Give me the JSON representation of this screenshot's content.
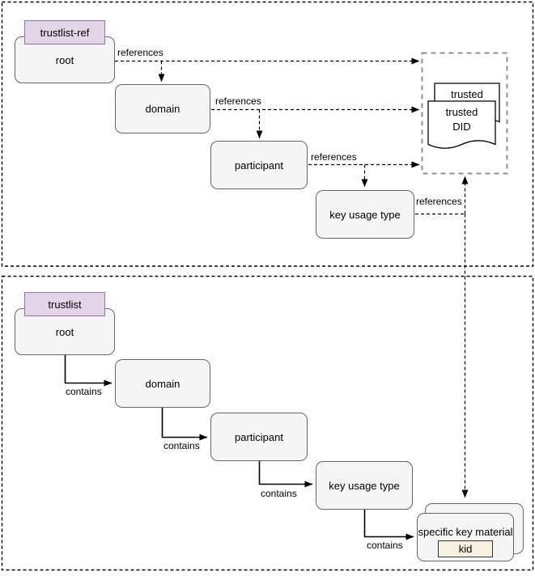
{
  "colors": {
    "tag-fill": "#E1D5E7",
    "tag-border": "#9673A6",
    "node-fill": "#F5F5F5",
    "node-border": "#666666",
    "kid-fill": "#F7F1E0",
    "kid-border": "#36312B",
    "edge-color": "#000000",
    "section-border": "#000000",
    "doc-group-border": "#8F8F8F"
  },
  "top_section": {
    "tag": "trustlist-ref",
    "nodes": {
      "root": "root",
      "domain": "domain",
      "participant": "participant",
      "key_usage_type": "key usage type"
    },
    "edges": [
      {
        "from": "root",
        "to": "domain / trusted DID",
        "label": "references"
      },
      {
        "from": "domain",
        "to": "participant / trusted DID",
        "label": "references"
      },
      {
        "from": "participant",
        "to": "key usage type / trusted DID",
        "label": "references"
      },
      {
        "from": "key usage type",
        "to": "trusted DID",
        "label": "references"
      }
    ],
    "documents": {
      "back": "trusted",
      "front": "trusted\nDID"
    }
  },
  "bottom_section": {
    "tag": "trustlist",
    "nodes": {
      "root": "root",
      "domain": "domain",
      "participant": "participant",
      "key_usage_type": "key usage type",
      "specific_key_material": "specific key material",
      "kid": "kid"
    },
    "edges": [
      {
        "from": "root",
        "to": "domain",
        "label": "contains"
      },
      {
        "from": "domain",
        "to": "participant",
        "label": "contains"
      },
      {
        "from": "participant",
        "to": "key usage type",
        "label": "contains"
      },
      {
        "from": "key usage type",
        "to": "specific key material",
        "label": "contains"
      }
    ]
  }
}
